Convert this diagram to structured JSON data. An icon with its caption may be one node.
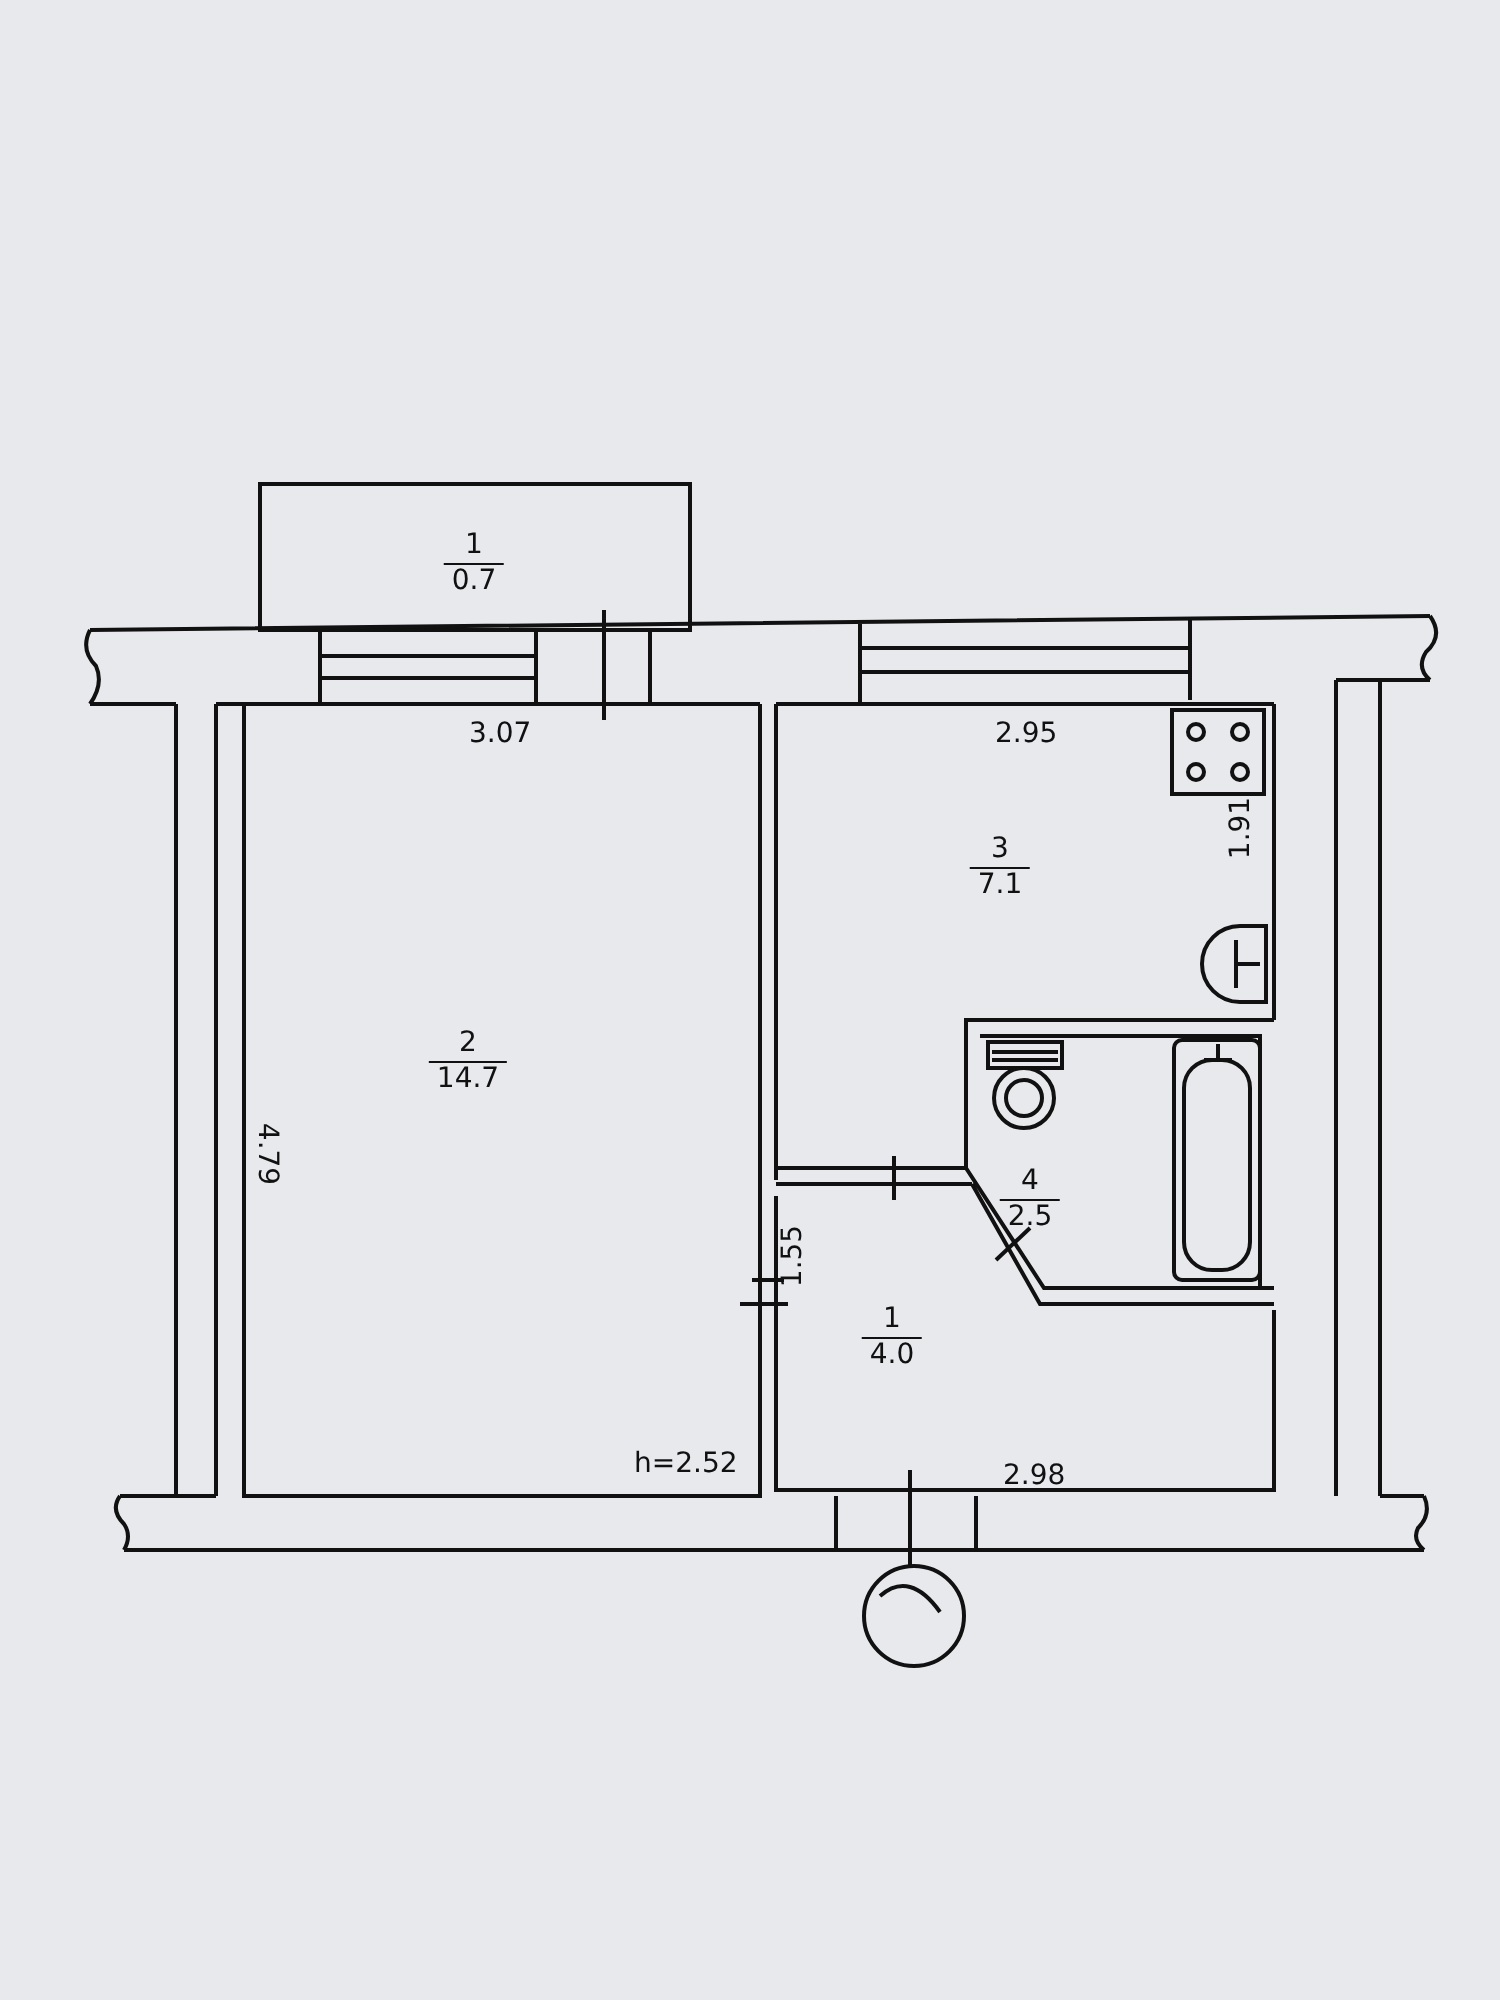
{
  "diagram": {
    "nodes": [
      {
        "text": [
          "1",
          "0.7"
        ]
      },
      {
        "text": [
          "2",
          "14.7"
        ]
      },
      {
        "text": [
          "3",
          "7.1"
        ]
      },
      {
        "text": [
          "4",
          "2.5"
        ]
      },
      {
        "text": [
          "1",
          "4.0"
        ]
      }
    ],
    "labels": [
      "3.07",
      "2.95",
      "1.91",
      "4.79",
      "1.55",
      "h=2.52",
      "2.98"
    ]
  }
}
